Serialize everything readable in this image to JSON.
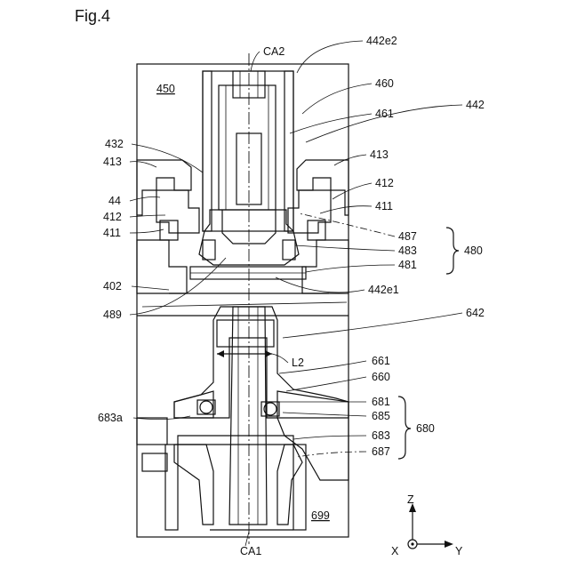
{
  "figure": {
    "title": "Fig.4"
  },
  "references": {
    "r450": "450",
    "r699": "699",
    "ca2": "CA2",
    "ca1": "CA1",
    "r442e2": "442e2",
    "r460": "460",
    "r461": "461",
    "r442": "442",
    "r432": "432",
    "r413_left": "413",
    "r413_right": "413",
    "r44": "44",
    "r412_left": "412",
    "r412_right": "412",
    "r411_left": "411",
    "r411_right": "411",
    "r487": "487",
    "r483_top": "483",
    "r481": "481",
    "r480": "480",
    "r402": "402",
    "r442e1": "442e1",
    "r489": "489",
    "r642": "642",
    "l2": "L2",
    "r661": "661",
    "r660": "660",
    "r681": "681",
    "r685": "685",
    "r683a": "683a",
    "r683_bottom": "683",
    "r687": "687",
    "r680": "680"
  },
  "axes": {
    "z": "Z",
    "x": "X",
    "y": "Y"
  }
}
